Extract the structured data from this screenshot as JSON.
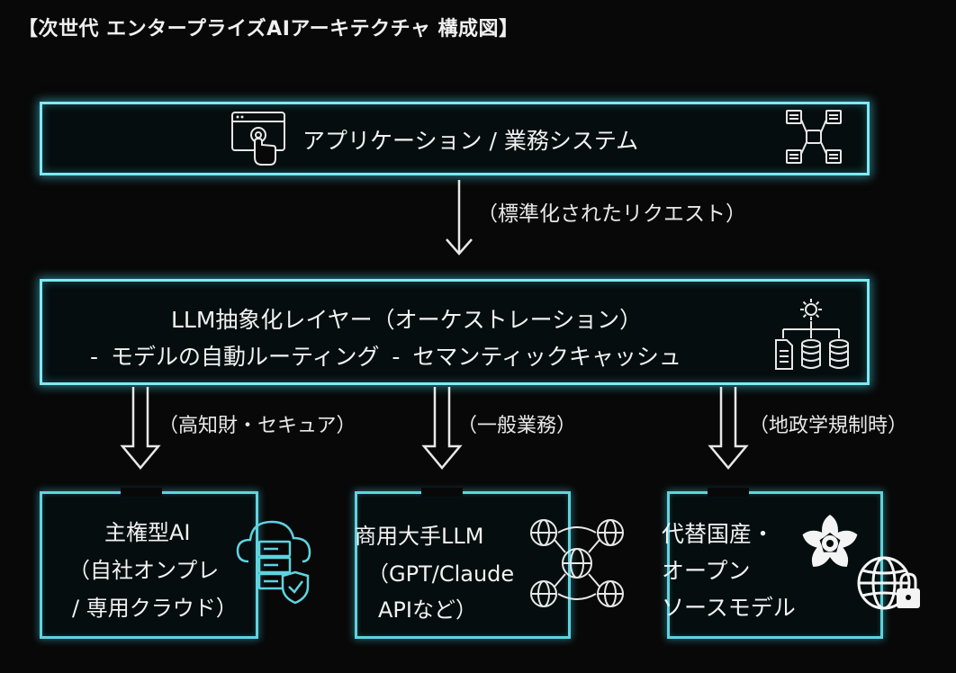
{
  "title": "【次世代 エンタープライズAIアーキテクチャ 構成図】",
  "top_box": {
    "label": "アプリケーション / 業務システム",
    "left_icon": "touch-app-icon",
    "right_icon": "system-network-icon"
  },
  "request_arrow": {
    "label": "（標準化されたリクエスト）"
  },
  "llm_layer": {
    "line1": "LLM抽象化レイヤー（オーケストレーション）",
    "line2": "- モデルの自動ルーティング - セマンティックキャッシュ",
    "icon": "gear-database-icon"
  },
  "routes": [
    {
      "label": "（高知財・セキュア）"
    },
    {
      "label": "（一般業務）"
    },
    {
      "label": "（地政学規制時）"
    }
  ],
  "boxes": [
    {
      "lines": [
        "主権型AI",
        "（自社オンプレ",
        "/ 専用クラウド）"
      ],
      "icon": "cloud-server-shield-icon"
    },
    {
      "lines": [
        "商用大手LLM",
        "（GPT/Claude",
        "APIなど）"
      ],
      "icon": "llm-network-icon"
    },
    {
      "lines": [
        "代替国産・",
        "オープン",
        "ソースモデル"
      ],
      "icon": "sakura-globe-lock-icon"
    }
  ],
  "colors": {
    "accent": "#7fe9f4",
    "background": "#080808",
    "text": "#f2f2f2"
  }
}
